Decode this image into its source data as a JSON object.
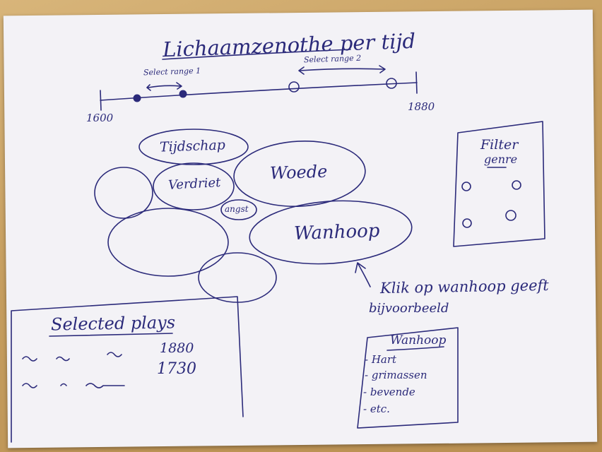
{
  "sketch": {
    "title": "Lichaamzenothe per tijd",
    "timeline": {
      "start_label": "1600",
      "end_label": "1880",
      "range1_label": "Select range 1",
      "range2_label": "Select range 2"
    },
    "bubbles": {
      "b1": "Tijdschap",
      "b2": "Verdriet",
      "b3": "Woede",
      "b4": "angst",
      "b5": "Wanhoop"
    },
    "annotation": {
      "line1": "Klik op wanhoop geeft",
      "line2": "bijvoorbeeld"
    },
    "filter_panel": {
      "title_line1": "Filter",
      "title_line2": "genre"
    },
    "selected_plays": {
      "title": "Selected plays",
      "years": [
        "1880",
        "1730"
      ]
    },
    "detail_box": {
      "title": "Wanhoop",
      "items": [
        "- Hart",
        "- grimassen",
        "- bevende",
        "- etc."
      ]
    }
  }
}
